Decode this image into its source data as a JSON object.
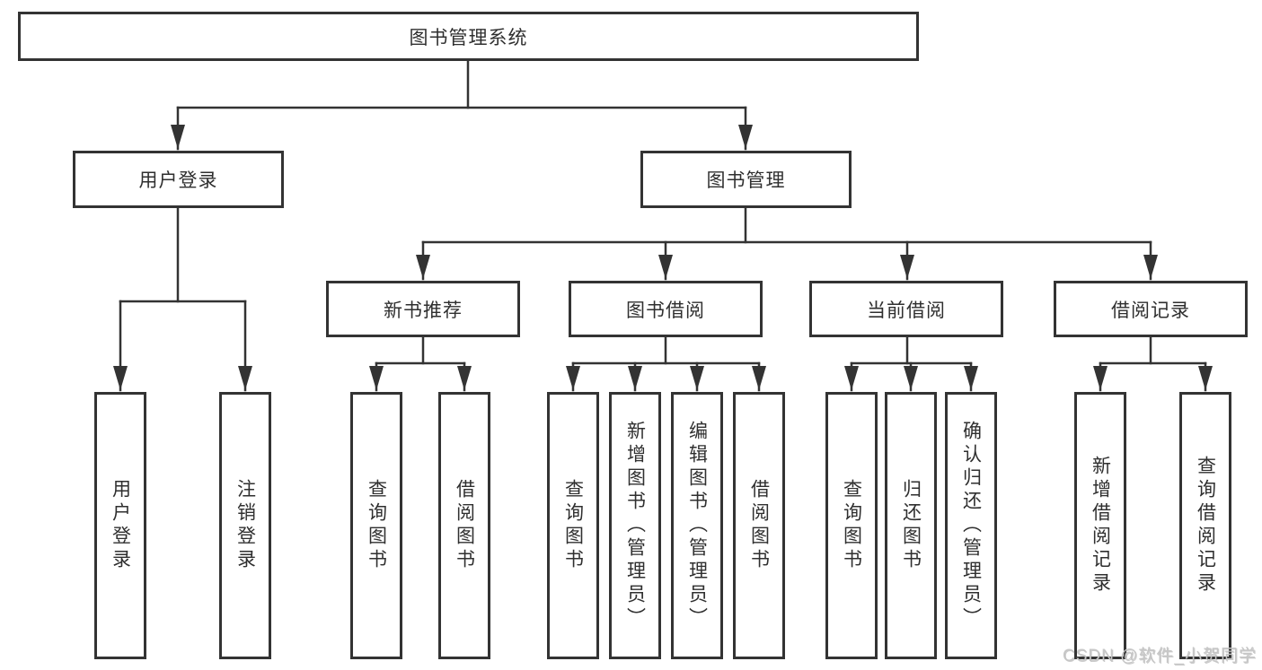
{
  "diagram": {
    "root": {
      "label": "图书管理系统"
    },
    "level2": [
      {
        "label": "用户登录",
        "children": [
          {
            "label": "用户登录"
          },
          {
            "label": "注销登录"
          }
        ]
      },
      {
        "label": "图书管理",
        "children": [
          {
            "label": "新书推荐",
            "children": [
              {
                "label": "查询图书"
              },
              {
                "label": "借阅图书"
              }
            ]
          },
          {
            "label": "图书借阅",
            "children": [
              {
                "label": "查询图书"
              },
              {
                "label": "新增图书（管理员）"
              },
              {
                "label": "编辑图书（管理员）"
              },
              {
                "label": "借阅图书"
              }
            ]
          },
          {
            "label": "当前借阅",
            "children": [
              {
                "label": "查询图书"
              },
              {
                "label": "归还图书"
              },
              {
                "label": "确认归还（管理员）"
              }
            ]
          },
          {
            "label": "借阅记录",
            "children": [
              {
                "label": "新增借阅记录"
              },
              {
                "label": "查询借阅记录"
              }
            ]
          }
        ]
      }
    ]
  },
  "watermark": {
    "text": "CSDN @软件_小贺同学"
  },
  "colors": {
    "line": "#333333",
    "box_border": "#333333",
    "box_fill": "#ffffff",
    "text": "#2f2f2f",
    "background": "#ffffff",
    "watermark_text": "#c6c6c6"
  }
}
